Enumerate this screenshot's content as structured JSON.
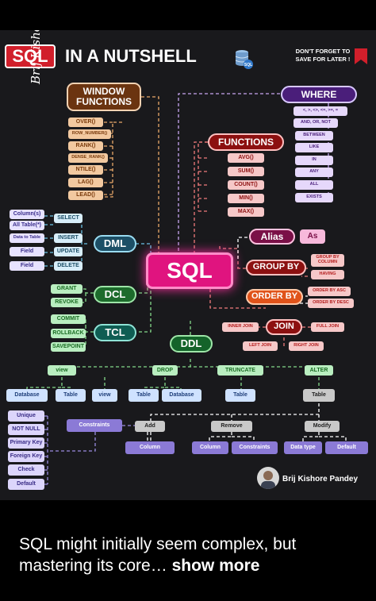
{
  "title": {
    "badge": "SQL",
    "text": "IN A NUTSHELL",
    "reminder_line1": "DON'T FORGET TO",
    "reminder_line2": "SAVE FOR LATER !"
  },
  "author": {
    "vertical": "Brij Kishore Pandey",
    "name": "Brij Kishore Pandey"
  },
  "center": "SQL",
  "window_functions": {
    "title_line1": "WINDOW",
    "title_line2": "FUNCTIONS",
    "items": [
      "OVER()",
      "ROW_NUMBER()",
      "RANK()",
      "DENSE_RANK()",
      "NTILE()",
      "LAG()",
      "LEAD()"
    ]
  },
  "where": {
    "title": "WHERE",
    "items": [
      "<, >, <>, <=, >=, =",
      "AND, OR, NOT",
      "BETWEEN",
      "LIKE",
      "IN",
      "ANY",
      "ALL",
      "EXISTS"
    ]
  },
  "functions": {
    "title": "FUNCTIONS",
    "items": [
      "AVG()",
      "SUM()",
      "COUNT()",
      "MIN()",
      "MAX()"
    ]
  },
  "dml": {
    "title": "DML",
    "left": [
      "Column(s)",
      "All Table(*)",
      "Data to Table",
      "Field",
      "Field"
    ],
    "items": [
      "SELECT",
      "INSERT",
      "UPDATE",
      "DELETE"
    ]
  },
  "dcl": {
    "title": "DCL",
    "items": [
      "GRANT",
      "REVOKE"
    ]
  },
  "tcl": {
    "title": "TCL",
    "items": [
      "COMMIT",
      "ROLLBACK",
      "SAVEPOINT"
    ]
  },
  "alias": {
    "title": "Alias",
    "value": "As"
  },
  "group_by": {
    "title": "GROUP BY",
    "item1_line1": "GROUP BY",
    "item1_line2": "COLUMN",
    "item2": "HAVING"
  },
  "order_by": {
    "title": "ORDER BY",
    "items": [
      "ORDER BY ASC",
      "ORDER BY DESC"
    ]
  },
  "join": {
    "title": "JOIN",
    "items": [
      "INNER JOIN",
      "FULL JOIN",
      "LEFT JOIN",
      "RIGHT JOIN"
    ]
  },
  "ddl": {
    "title": "DDL",
    "commands": [
      "view",
      "DROP",
      "TRUNCATE",
      "ALTER"
    ],
    "objects": [
      "Database",
      "Table",
      "view",
      "Table",
      "Database",
      "Table",
      "Table"
    ]
  },
  "constraints": {
    "title": "Constraints",
    "items": [
      "Unique",
      "NOT NULL",
      "Primary Key",
      "Foreign Key",
      "Check",
      "Default"
    ]
  },
  "alter": {
    "actions": [
      "Add",
      "Remove",
      "Modify"
    ],
    "add_items": [
      "Column"
    ],
    "remove_items": [
      "Column",
      "Constraints"
    ],
    "modify_items": [
      "Data type",
      "Default"
    ]
  },
  "caption": {
    "text": "SQL might initially seem complex, but mastering its core…",
    "more": "show more"
  },
  "colors": {
    "background": "#19191c",
    "center": "#e0147f",
    "window": "#6b3410",
    "where": "#4a1e7a",
    "functions": "#8c1010",
    "dml": "#1d4f66",
    "dcl": "#1d6b2c",
    "tcl": "#0f5d53",
    "ddl": "#14632a",
    "alias": "#7a1047",
    "groupby": "#8c1010",
    "orderby": "#e0531a",
    "join": "#8c1010"
  }
}
